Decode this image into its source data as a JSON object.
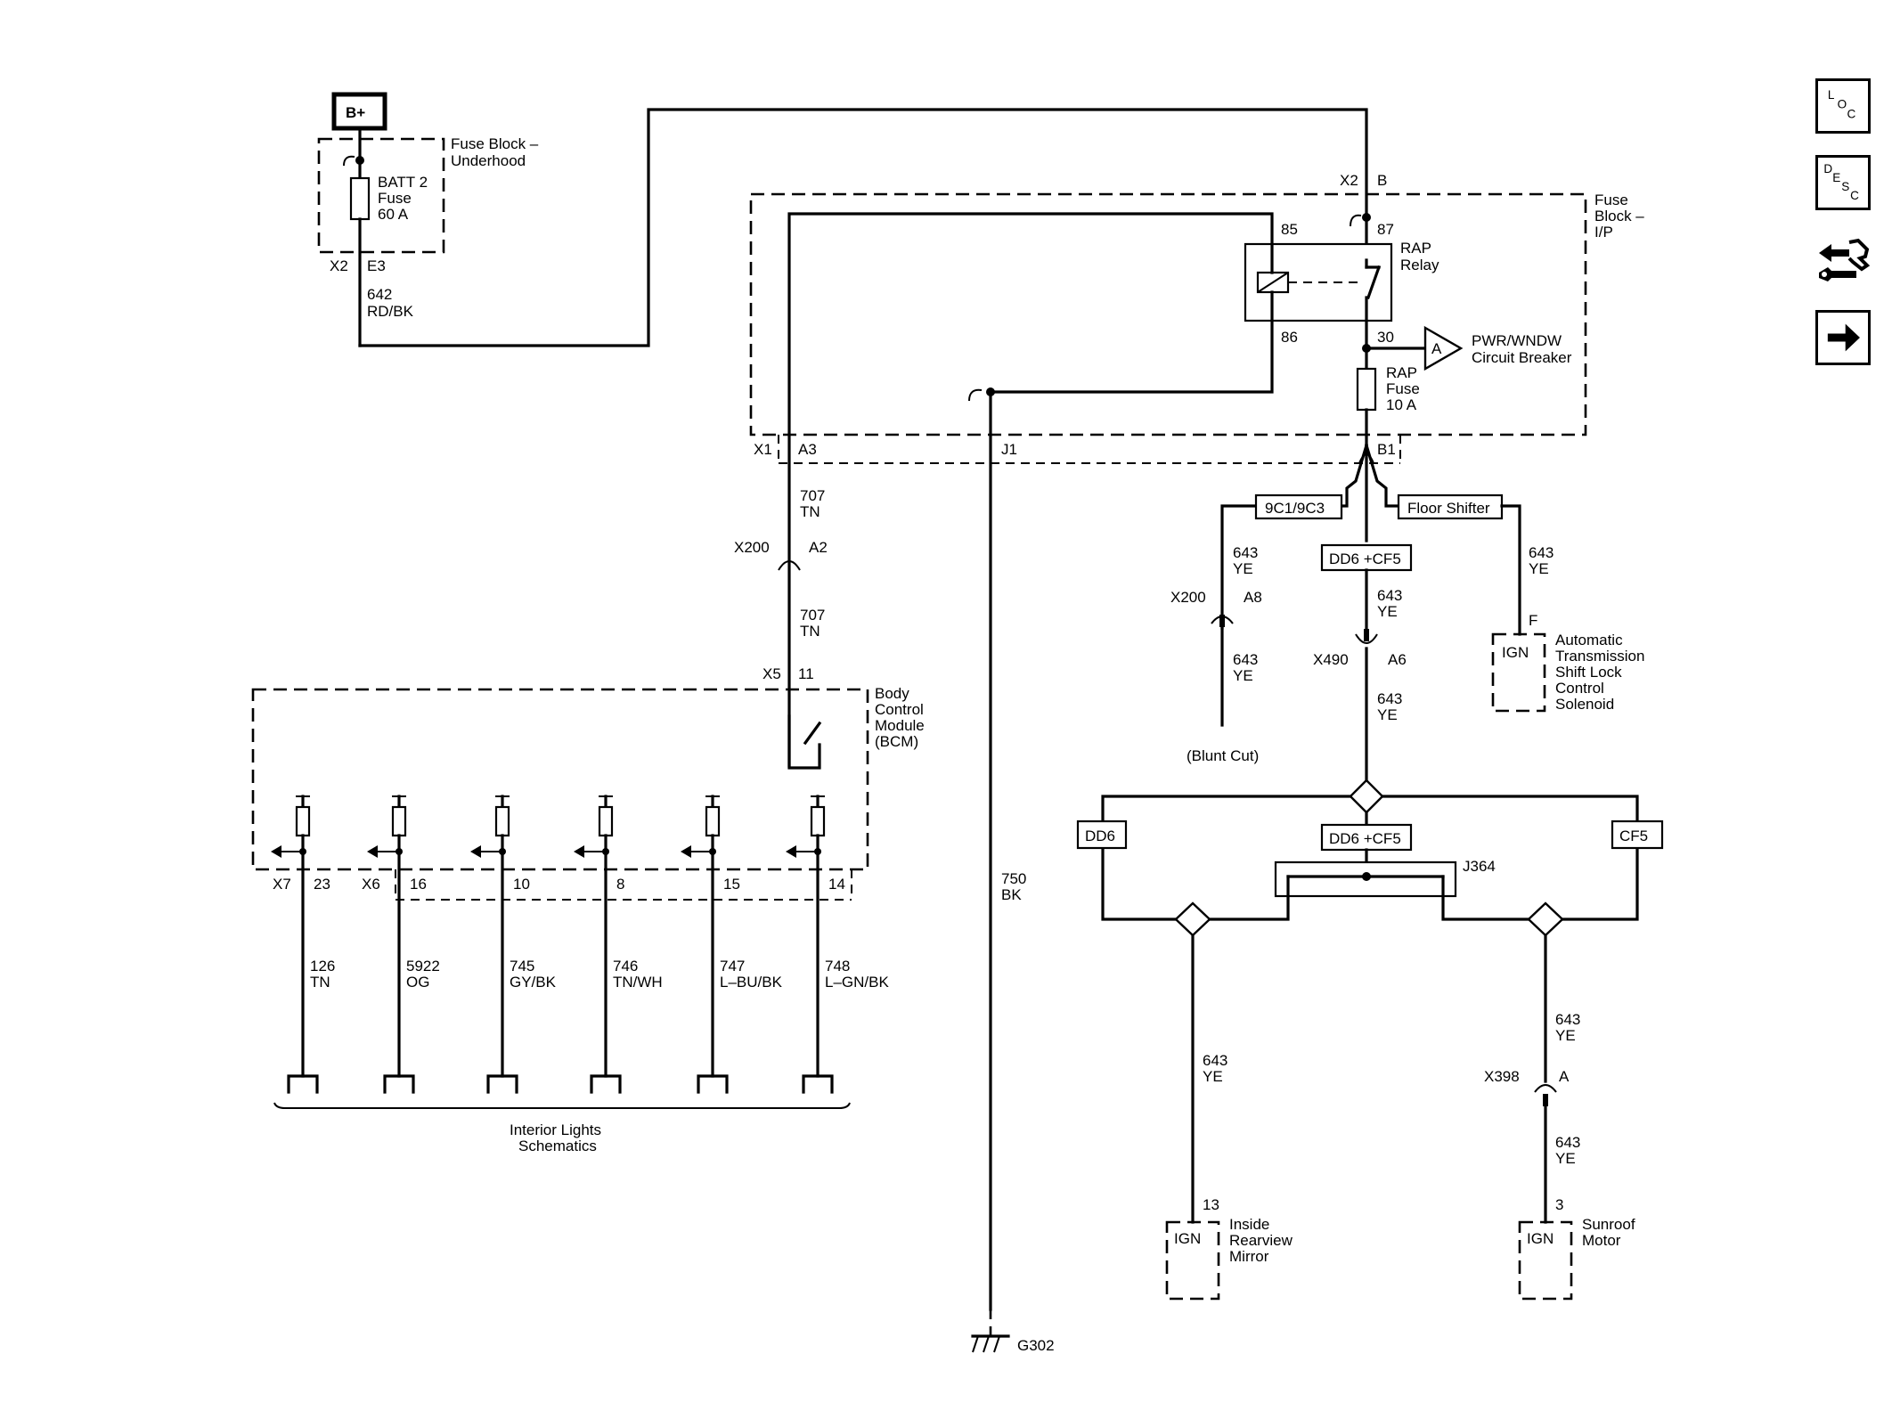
{
  "nav": {
    "loc": [
      "L",
      "O",
      "C"
    ],
    "desc": [
      "D",
      "E",
      "S",
      "C"
    ]
  },
  "labels": {
    "bplus": "B+",
    "fuse_block_underhood": [
      "Fuse Block –",
      "Underhood"
    ],
    "batt2": [
      "BATT 2",
      "Fuse",
      "60 A"
    ],
    "x2_left": "X2",
    "e3": "E3",
    "wire_642": [
      "642",
      "RD/BK"
    ],
    "x2_top": "X2",
    "b_top": "B",
    "fuse_block_ip": [
      "Fuse",
      "Block –",
      "I/P"
    ],
    "pin85": "85",
    "pin87": "87",
    "pin86": "86",
    "pin30": "30",
    "rap_relay": [
      "RAP",
      "Relay"
    ],
    "conn_a": "A",
    "pwr_wndw": [
      "PWR/WNDW",
      "Circuit Breaker"
    ],
    "rap_fuse": [
      "RAP",
      "Fuse",
      "10 A"
    ],
    "x1": "X1",
    "a3": "A3",
    "j1": "J1",
    "b1": "B1",
    "wire_707_a": [
      "707",
      "TN"
    ],
    "x200_a2": "X200",
    "a2": "A2",
    "wire_707_b": [
      "707",
      "TN"
    ],
    "x5": "X5",
    "pin11": "11",
    "bcm": [
      "Body",
      "Control",
      "Module",
      "(BCM)"
    ],
    "x7": "X7",
    "x6": "X6",
    "bcm_pins": [
      "23",
      "16",
      "10",
      "8",
      "15",
      "14"
    ],
    "outputs": [
      [
        "126",
        "TN"
      ],
      [
        "5922",
        "OG"
      ],
      [
        "745",
        "GY/BK"
      ],
      [
        "746",
        "TN/WH"
      ],
      [
        "747",
        "L–BU/BK"
      ],
      [
        "748",
        "L–GN/BK"
      ]
    ],
    "interior_lights": [
      "Interior Lights",
      "Schematics"
    ],
    "wire_750": [
      "750",
      "BK"
    ],
    "g302": "G302",
    "opt_9c1": "9C1/9C3",
    "opt_floor": "Floor Shifter",
    "opt_dd6cf5_top": "DD6 +CF5",
    "wire_643_a": [
      "643",
      "YE"
    ],
    "x200_a8": "X200",
    "a8": "A8",
    "wire_643_b": [
      "643",
      "YE"
    ],
    "blunt_cut": "(Blunt Cut)",
    "wire_643_c": [
      "643",
      "YE"
    ],
    "x490": "X490",
    "a6": "A6",
    "wire_643_d": [
      "643",
      "YE"
    ],
    "wire_643_e": [
      "643",
      "YE"
    ],
    "pin_f": "F",
    "ign": "IGN",
    "atsl": [
      "Automatic",
      "Transmission",
      "Shift Lock",
      "Control",
      "Solenoid"
    ],
    "dd6": "DD6",
    "dd6cf5_mid": "DD6 +CF5",
    "cf5": "CF5",
    "j364": "J364",
    "wire_643_f": [
      "643",
      "YE"
    ],
    "wire_643_g": [
      "643",
      "YE"
    ],
    "x398": "X398",
    "pin_a_x398": "A",
    "wire_643_h": [
      "643",
      "YE"
    ],
    "pin13": "13",
    "pin3": "3",
    "mirror": [
      "Inside",
      "Rearview",
      "Mirror"
    ],
    "sunroof": [
      "Sunroof",
      "Motor"
    ]
  }
}
